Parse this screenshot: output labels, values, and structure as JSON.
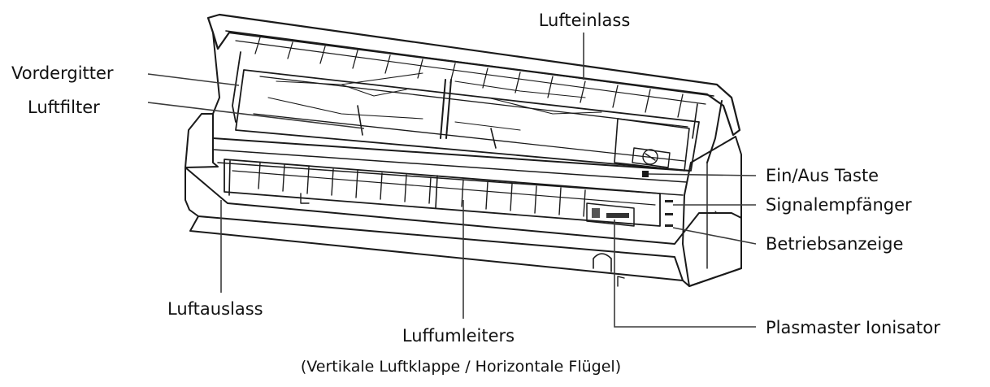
{
  "labels": {
    "lufteinlass": "Lufteinlass",
    "vordergitter": "Vordergitter",
    "luftfilter": "Luftfilter",
    "ein_aus": "Ein/Aus Taste",
    "signal": "Signalempfänger",
    "betrieb": "Betriebsanzeige",
    "luftauslass": "Luftauslass",
    "plasmaster": "Plasmaster Ionisator",
    "luftumleiter": "Luffumleiters",
    "luftumleiter_sub": "(Vertikale Luftklappe / Horizontale Flügel)"
  },
  "colors": {
    "ink": "#1a1a1a",
    "body_fill": "#f2f2f2",
    "shadow_fill": "#e2e2e2",
    "background": "#ffffff"
  }
}
